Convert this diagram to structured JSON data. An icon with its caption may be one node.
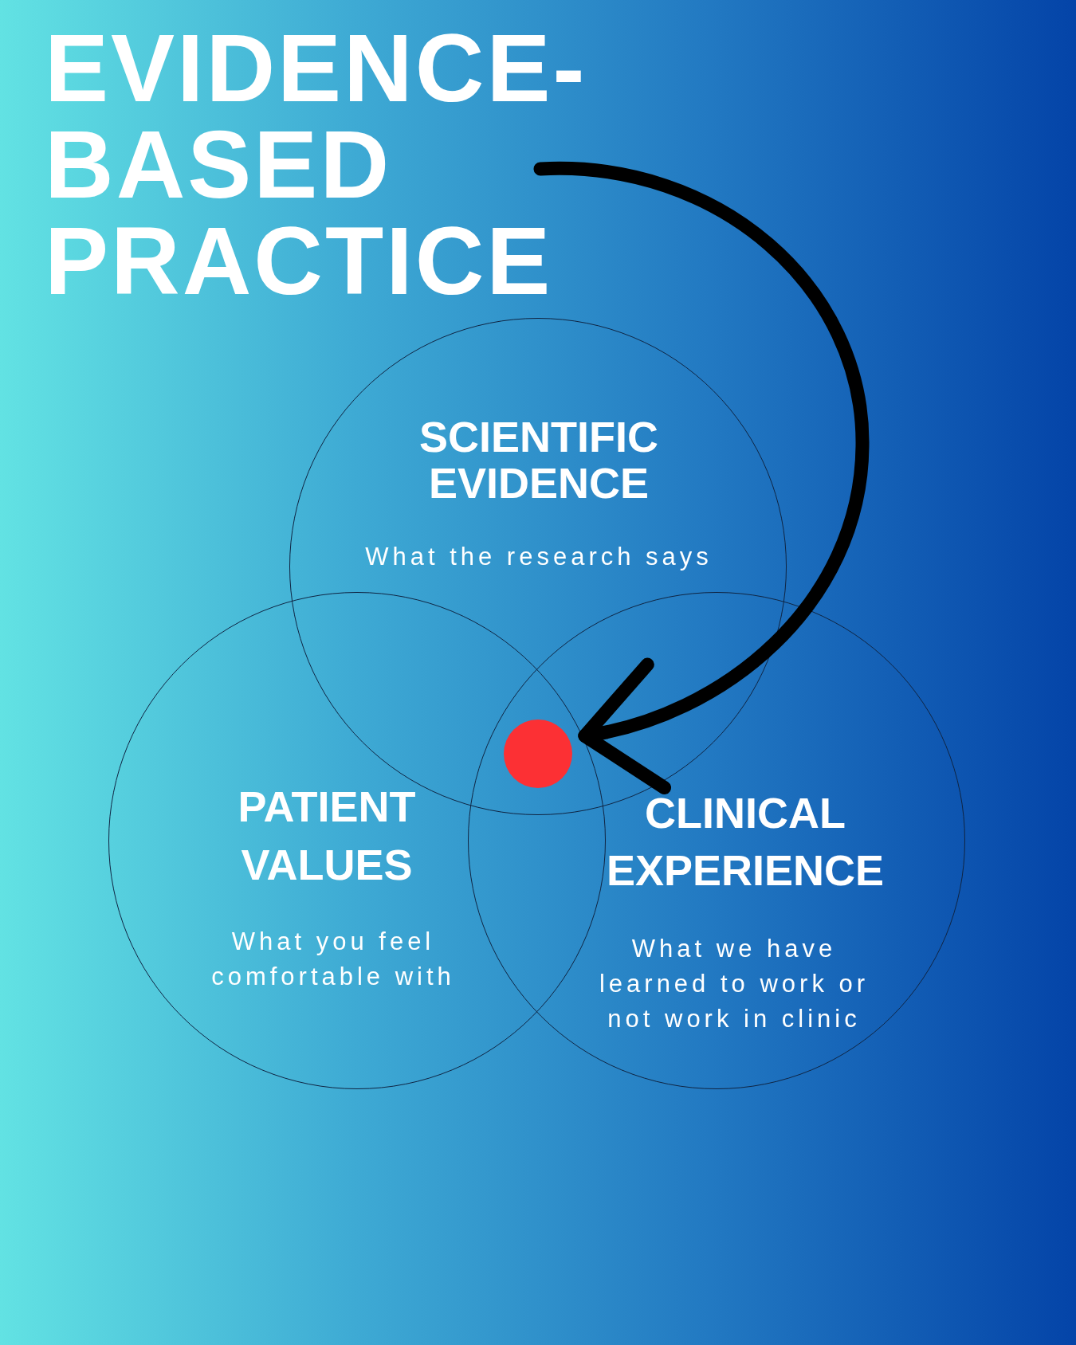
{
  "diagram": {
    "title": "EVIDENCE-BASED PRACTICE",
    "nodes": [
      {
        "text": [
          "SCIENTIFIC EVIDENCE",
          "What the research says"
        ]
      },
      {
        "text": [
          "PATIENT VALUES",
          "What you feel comfortable with"
        ]
      },
      {
        "text": [
          "CLINICAL EXPERIENCE",
          "What we have learned to work or not work in clinic"
        ]
      },
      {
        "text": [],
        "shape": "circle"
      }
    ],
    "edges": [
      {
        "from": null,
        "to": 3,
        "arrow": "to"
      }
    ]
  }
}
